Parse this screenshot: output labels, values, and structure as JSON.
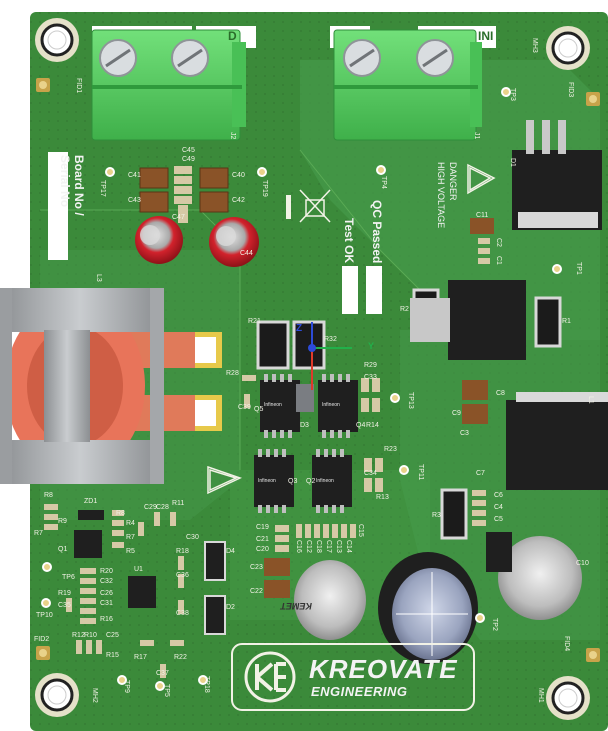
{
  "board": {
    "brand_name": "KREOVATE",
    "brand_sub": "ENGINEERING",
    "serial_label_1": "Board No /",
    "serial_label_2": "Serial No",
    "qc_label": "QC Passed",
    "test_label": "Test OK",
    "danger_1": "DANGER",
    "danger_2": "HIGH VOLTAGE",
    "terminal_left_label": "D",
    "terminal_right_label": "INI",
    "colors": {
      "board": "#3b8a3a",
      "copper": "#4a9b47",
      "terminal": "#5fd068",
      "silk": "#f2f2e6",
      "cap_red": "#c8202a"
    }
  },
  "labels": {
    "mh1": "MH1",
    "mh2": "MH2",
    "mh3": "MH3",
    "fid1": "FID1",
    "fid2": "FID2",
    "fid3": "FID3",
    "fid4": "FID4",
    "j1": "J1",
    "j2": "J2",
    "tp1": "TP1",
    "tp2": "TP2",
    "tp3": "TP3",
    "tp4": "TP4",
    "tp5": "TP5",
    "tp6": "TP6",
    "tp8": "TP8",
    "tp9": "TP9",
    "tp10": "TP10",
    "tp11": "TP11",
    "tp13": "TP13",
    "tp17": "TP17",
    "tp18": "TP18",
    "tp19": "TP19",
    "l1": "L1",
    "l3": "L3",
    "d1": "D1",
    "d2": "D2",
    "d3": "D3",
    "d4": "D4",
    "zd1": "ZD1",
    "u1": "U1",
    "q1": "Q1",
    "q2": "Q2",
    "q3": "Q3",
    "q4": "Q4",
    "q5": "Q5",
    "r1": "R1",
    "r2": "R2",
    "r3": "R3",
    "r4": "R4",
    "r5": "R5",
    "r7": "R7",
    "r8": "R8",
    "r9": "R9",
    "r10": "R10",
    "r11": "R11",
    "r12": "R12",
    "r13": "R13",
    "r14": "R14",
    "r15": "R15",
    "r16": "R16",
    "r17": "R17",
    "r18": "R18",
    "r19": "R19",
    "r20": "R20",
    "r21": "R21",
    "r22": "R22",
    "r23": "R23",
    "r28": "R28",
    "r29": "R29",
    "r32": "R32",
    "c3": "C3",
    "c4": "C4",
    "c5": "C5",
    "c6": "C6",
    "c7": "C7",
    "c8": "C8",
    "c9": "C9",
    "c10": "C10",
    "c11": "C11",
    "c12": "C12",
    "c13": "C13",
    "c14": "C14",
    "c15": "C15",
    "c16": "C16",
    "c17": "C17",
    "c18": "C18",
    "c19": "C19",
    "c20": "C20",
    "c21": "C21",
    "c22": "C22",
    "c23": "C23",
    "c25": "C25",
    "c26": "C26",
    "c28": "C28",
    "c29": "C29",
    "c31": "C31",
    "c32": "C32",
    "c34": "C34",
    "c35": "C35",
    "c36": "C36",
    "c37": "C37",
    "c38": "C38",
    "c39": "C39",
    "c40": "C40",
    "c41": "C41",
    "c42": "C42",
    "c43": "C43",
    "c44": "C44",
    "c45": "C45",
    "c47": "C47",
    "c49": "C49",
    "c1": "C1",
    "c2": "C2",
    "c30": "C30",
    "c33": "C33",
    "kemet": "KEMET",
    "infineon": "Infineon",
    "axis_z": "Z",
    "axis_y": "Y"
  }
}
